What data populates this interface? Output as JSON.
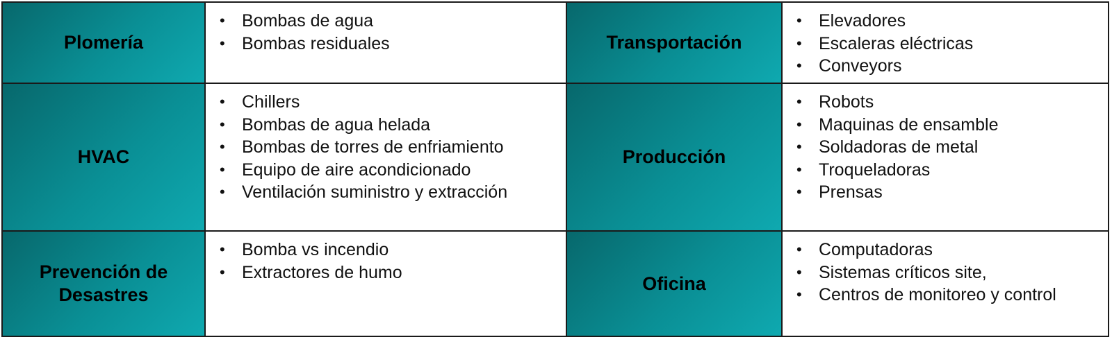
{
  "rows": [
    {
      "left": {
        "category": "Plomería",
        "items": [
          "Bombas de agua",
          "Bombas residuales"
        ]
      },
      "right": {
        "category": "Transportación",
        "items": [
          "Elevadores",
          "Escaleras eléctricas",
          "Conveyors"
        ]
      }
    },
    {
      "left": {
        "category": "HVAC",
        "items": [
          "Chillers",
          "Bombas de agua helada",
          "Bombas de torres de enfriamiento",
          "Equipo de aire acondicionado",
          "Ventilación suministro y extracción"
        ]
      },
      "right": {
        "category": "Producción",
        "items": [
          "Robots",
          "Maquinas de ensamble",
          "Soldadoras de metal",
          "Troqueladoras",
          "Prensas"
        ]
      }
    },
    {
      "left": {
        "category": "Prevención de\nDesastres",
        "items": [
          "Bomba vs incendio",
          "Extractores de humo"
        ]
      },
      "right": {
        "category": "Oficina",
        "items": [
          "Computadoras",
          "Sistemas críticos site,",
          "Centros de monitoreo y control"
        ]
      }
    }
  ]
}
